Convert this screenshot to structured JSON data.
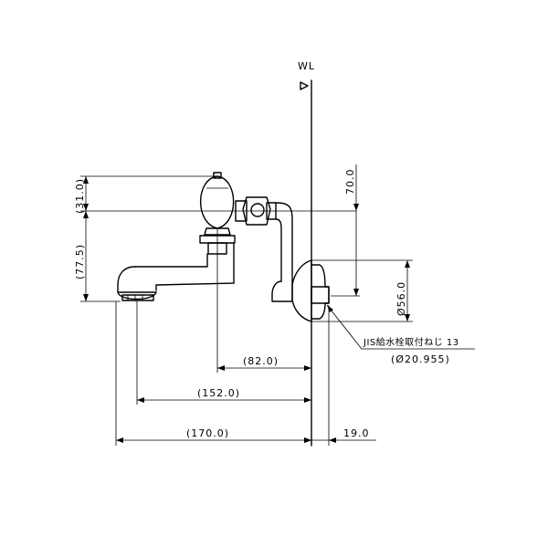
{
  "labels": {
    "water_level": "WL",
    "top_offset": "(31.0)",
    "spout_height": "(77.5)",
    "outlet_height": "70.0",
    "escutcheon_dia": "Ø56.0",
    "dim_82": "(82.0)",
    "dim_152": "(152.0)",
    "dim_170": "(170.0)",
    "dim_19": "19.0",
    "thread_spec": "JIS給水栓取付ねじ 13",
    "thread_dia": "(Ø20.955)"
  }
}
